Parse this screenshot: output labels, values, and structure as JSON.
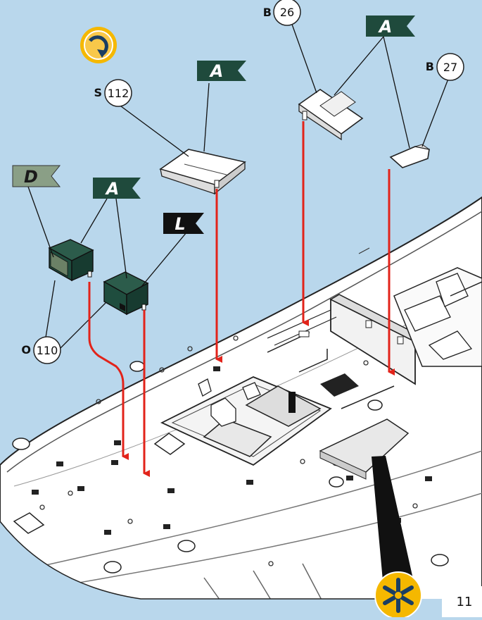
{
  "page": {
    "background": "#b9d7ec",
    "page_number": "11"
  },
  "colors": {
    "arrow": "#e2231a",
    "flag_dark_green": "#1f4a3c",
    "flag_grey_green": "#8a9f86",
    "flag_black": "#111111",
    "part_green": "#1f4d3e",
    "hull": "#ffffff",
    "badge_orange": "#f5b800"
  },
  "callouts": {
    "s112": {
      "prefix": "S",
      "number": "112"
    },
    "b26": {
      "prefix": "B",
      "number": "26"
    },
    "b27": {
      "prefix": "B",
      "number": "27"
    },
    "o110": {
      "prefix": "O",
      "number": "110"
    }
  },
  "flags": {
    "a_top_center": "A",
    "a_top_right": "A",
    "a_left": "A",
    "d_left": "D",
    "l_left": "L"
  },
  "icons": {
    "rotate_badge": "rotate-view-icon",
    "asterisk_badge": "asterisk-icon"
  }
}
